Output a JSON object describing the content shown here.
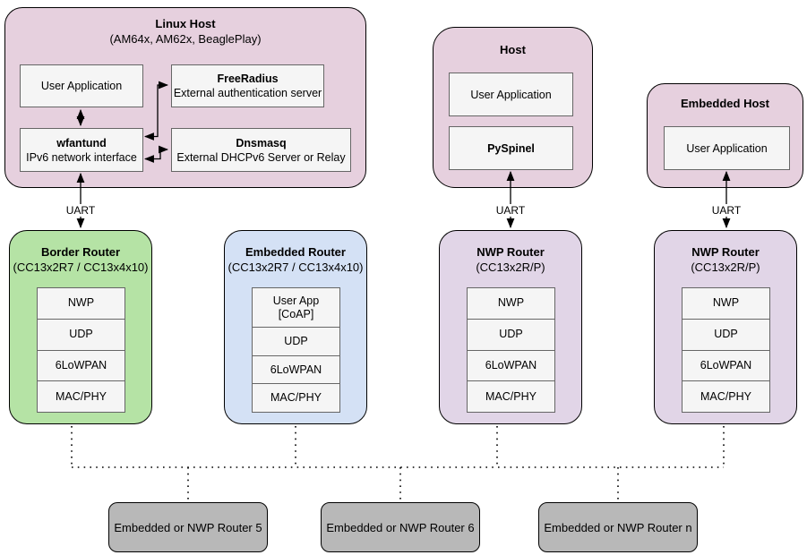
{
  "diagram": {
    "labels": {
      "uart": "UART"
    },
    "linux_host": {
      "title": "Linux Host",
      "subtitle": "(AM64x, AM62x, BeaglePlay)",
      "user_app": "User Application",
      "freeradius": {
        "title": "FreeRadius",
        "subtitle": "External authentication server"
      },
      "wfantund": {
        "title": "wfantund",
        "subtitle": "IPv6 network interface"
      },
      "dnsmasq": {
        "title": "Dnsmasq",
        "subtitle": "External DHCPv6 Server or Relay"
      }
    },
    "host": {
      "title": "Host",
      "user_app": "User Application",
      "pyspinel": "PySpinel"
    },
    "embedded_host": {
      "title": "Embedded Host",
      "user_app": "User Application"
    },
    "routers": [
      {
        "title": "Border Router",
        "subtitle": "(CC13x2R7 / CC13x4x10)",
        "fill": "#b5e3a5",
        "layers": [
          "NWP",
          "UDP",
          "6LoWPAN",
          "MAC/PHY"
        ]
      },
      {
        "title": "Embedded Router",
        "subtitle": "(CC13x2R7 / CC13x4x10)",
        "fill": "#d4e1f5",
        "layers": [
          "User App\n[CoAP]",
          "UDP",
          "6LoWPAN",
          "MAC/PHY"
        ]
      },
      {
        "title": "NWP Router",
        "subtitle": "(CC13x2R/P)",
        "fill": "#e1d5e7",
        "layers": [
          "NWP",
          "UDP",
          "6LoWPAN",
          "MAC/PHY"
        ]
      },
      {
        "title": "NWP Router",
        "subtitle": "(CC13x2R/P)",
        "fill": "#e1d5e7",
        "layers": [
          "NWP",
          "UDP",
          "6LoWPAN",
          "MAC/PHY"
        ]
      }
    ],
    "mesh_nodes": [
      {
        "label": "Embedded or NWP Router 5"
      },
      {
        "label": "Embedded or NWP Router 6"
      },
      {
        "label": "Embedded or NWP Router n"
      }
    ],
    "colors": {
      "host_fill": "#e6d0de",
      "module_fill": "#f5f5f5",
      "module_border": "#666666",
      "mesh_node_fill": "#b8b8b8",
      "line": "#000000"
    }
  }
}
